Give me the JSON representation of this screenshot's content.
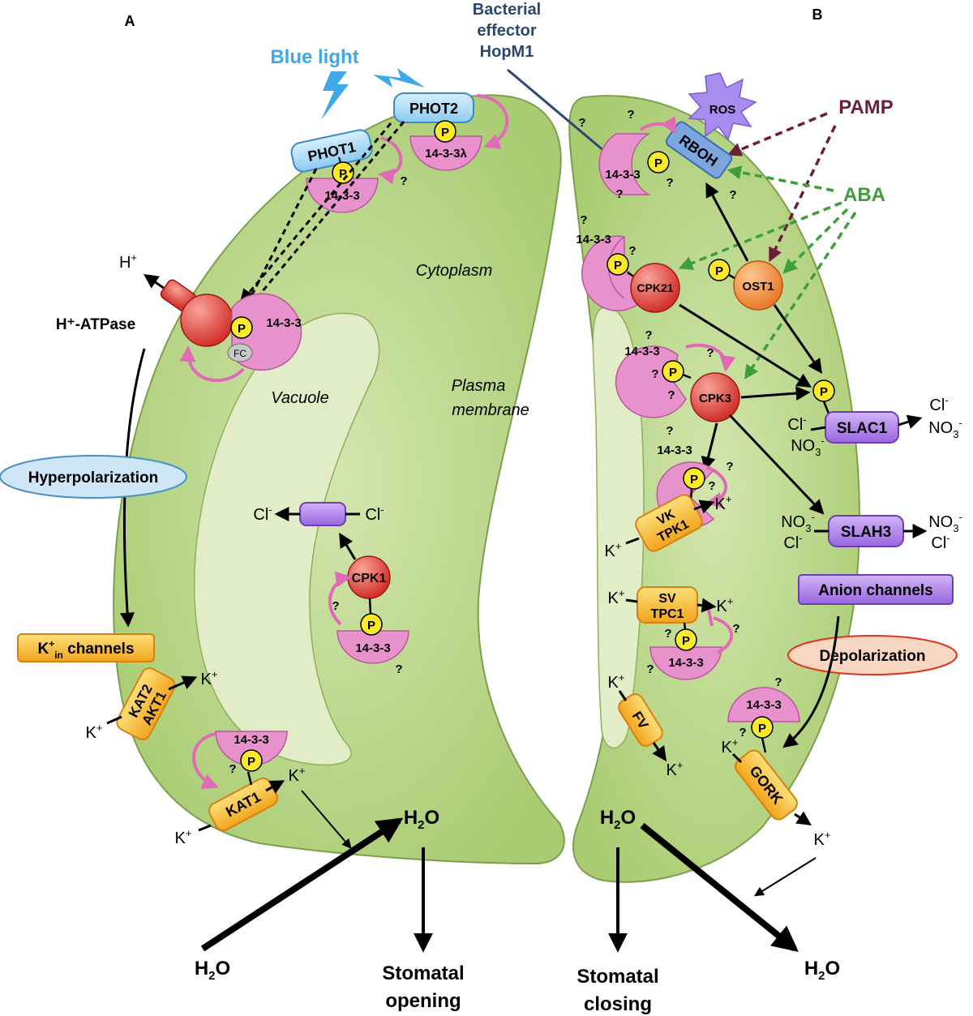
{
  "panels": {
    "a": "A",
    "b": "B"
  },
  "compartments": {
    "cytoplasm": "Cytoplasm",
    "vacuole": "Vacuole",
    "plasma_membrane_1": "Plasma",
    "plasma_membrane_2": "membrane"
  },
  "stimuli": {
    "blue_light": "Blue light",
    "effector_1": "Bacterial",
    "effector_2": "effector",
    "effector_3": "HopM1",
    "pamp": "PAMP",
    "aba": "ABA",
    "ros": "ROS"
  },
  "proteins": {
    "phot1": "PHOT1",
    "phot2": "PHOT2",
    "rboh": "RBOH",
    "cpk21": "CPK21",
    "ost1": "OST1",
    "cpk3": "CPK3",
    "cpk1": "CPK1",
    "h_atpase": "H⁺-ATPase",
    "fc": "FC"
  },
  "adaptors": {
    "p1433": "14-3-3",
    "p1433_lambda": "14-3-3λ",
    "phospho": "P",
    "unknown": "?"
  },
  "channels": {
    "slac1": "SLAC1",
    "slah3": "SLAH3",
    "vk": "VK",
    "tpk1": "TPK1",
    "sv": "SV",
    "tpc1": "TPC1",
    "fv": "FV",
    "gork": "GORK",
    "kat1": "KAT1",
    "kat2": "KAT2",
    "akt1": "AKT1"
  },
  "processes": {
    "hyperpolarization": "Hyperpolarization",
    "depolarization": "Depolarization",
    "anion_channels": "Anion channels",
    "kin_1": "K",
    "kin_sup": "+",
    "kin_sub": "in",
    "kin_2": " channels"
  },
  "ions": {
    "h": "H",
    "k": "K",
    "cl": "Cl",
    "no": "NO",
    "sub3": "3",
    "plus": "+",
    "minus": "-"
  },
  "water": {
    "h": "H",
    "sub2": "2",
    "o": "O"
  },
  "outcomes": {
    "opening_1": "Stomatal",
    "opening_2": "opening",
    "closing_1": "Stomatal",
    "closing_2": "closing"
  },
  "colors": {
    "cell": "#b9d68a",
    "cell_edge": "#7d9e4f",
    "vacuole": "#e2ecc6",
    "adaptor": "#e792cc",
    "kinase": "#e0473e",
    "ost1": "#f08a3a",
    "photoreceptor": "#9ed3f2",
    "potassium_channel": "#f7b32b",
    "anion_channel": "#a877e6",
    "phospho": "#fbe92a",
    "aba_arrow": "#3e9e3a",
    "pamp_arrow": "#6a1e3a",
    "blue_light": "#3fa8e6",
    "effector": "#2a4870"
  }
}
